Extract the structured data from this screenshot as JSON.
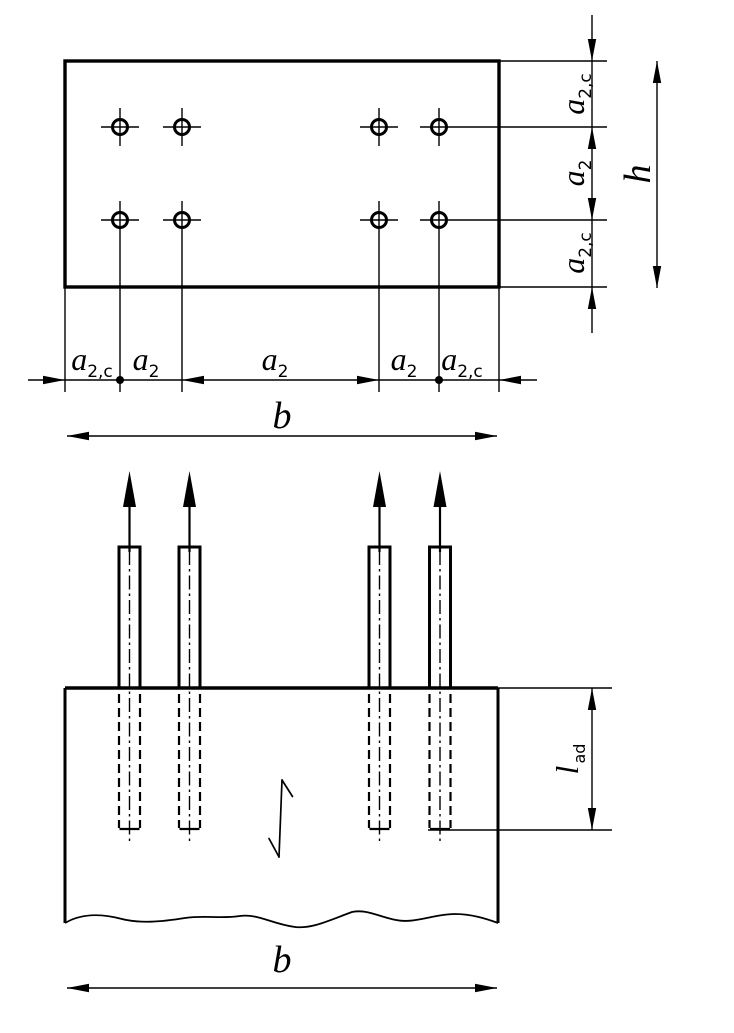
{
  "drawing": {
    "description": "Two-view technical drawing of a timber member with glued-in rods",
    "colors": {
      "line": "#000000",
      "background": "#ffffff"
    },
    "top_view": {
      "right_chain": [
        {
          "base": "a",
          "sub": "2,c"
        },
        {
          "base": "a",
          "sub": "2"
        },
        {
          "base": "a",
          "sub": "2,c"
        }
      ],
      "height_label": {
        "base": "h"
      },
      "bottom_chain": [
        {
          "base": "a",
          "sub": "2,c"
        },
        {
          "base": "a",
          "sub": "2"
        },
        {
          "base": "a",
          "sub": "2"
        },
        {
          "base": "a",
          "sub": "2"
        },
        {
          "base": "a",
          "sub": "2,c"
        }
      ],
      "width_label": {
        "base": "b"
      }
    },
    "side_view": {
      "embedment_label": {
        "base": "l",
        "sub": "ad"
      },
      "width_label": {
        "base": "b"
      }
    }
  }
}
